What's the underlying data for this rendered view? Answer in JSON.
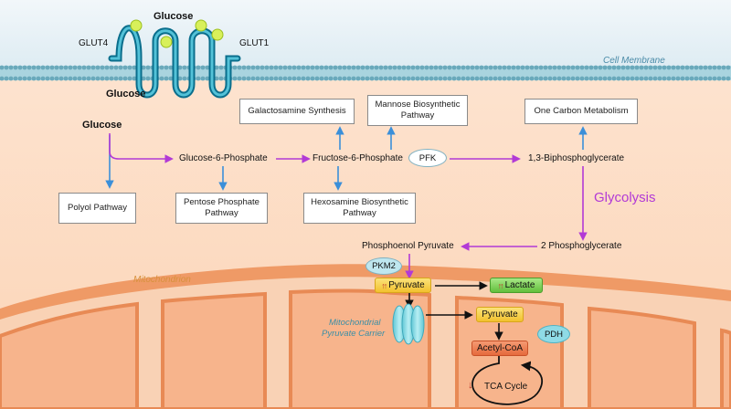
{
  "membrane": {
    "label": "Cell Membrane",
    "glut_left": "GLUT4",
    "glut_right": "GLUT1",
    "glucose_outside": "Glucose",
    "glucose_inside": "Glucose"
  },
  "cytoplasm": {
    "glucose_start": "Glucose",
    "g6p": "Glucose-6-Phosphate",
    "f6p": "Fructose-6-Phosphate",
    "pfk": "PFK",
    "bpg": "1,3-Biphosphoglycerate",
    "pg2": "2 Phosphoglycerate",
    "pep": "Phosphoenol Pyruvate",
    "pkm2": "PKM2",
    "glycolysis": "Glycolysis"
  },
  "pathway_boxes": {
    "polyol": "Polyol Pathway",
    "pentose_line1": "Pentose Phosphate",
    "pentose_line2": "Pathway",
    "hexosamine_line1": "Hexosamine Biosynthetic",
    "hexosamine_line2": "Pathway",
    "galactosamine": "Galactosamine Synthesis",
    "mannose_line1": "Mannose Biosynthetic",
    "mannose_line2": "Pathway",
    "one_carbon": "One Carbon Metabolism"
  },
  "mito": {
    "label": "Mitochondrion",
    "pyruvate_cyto": "Pyruvate",
    "lactate": "Lactate",
    "carrier_line1": "Mitochondrial",
    "carrier_line2": "Pyruvate Carrier",
    "pyruvate_mito": "Pyruvate",
    "pdh": "PDH",
    "acetyl_coa": "Acetyl-CoA",
    "tca": "TCA Cycle",
    "up_arrows": "↑↑",
    "down_arrow": "↓"
  },
  "colors": {
    "background": "#fde0c8",
    "membrane": "#7fb9c9",
    "mito_outer": "#ef9a66",
    "mito_inner": "#f7c3a0",
    "arrow_blue": "#3b8fd9",
    "arrow_purple": "#b23ad6",
    "glycolysis_text": "#b23ad6",
    "pyruvate_fill": "#f7cd3e",
    "lactate_fill": "#7ccf55",
    "acetyl_fill": "#f07a4e",
    "oval_fill": "#bfe7ef",
    "carrier_fill": "#8fdbe6"
  }
}
